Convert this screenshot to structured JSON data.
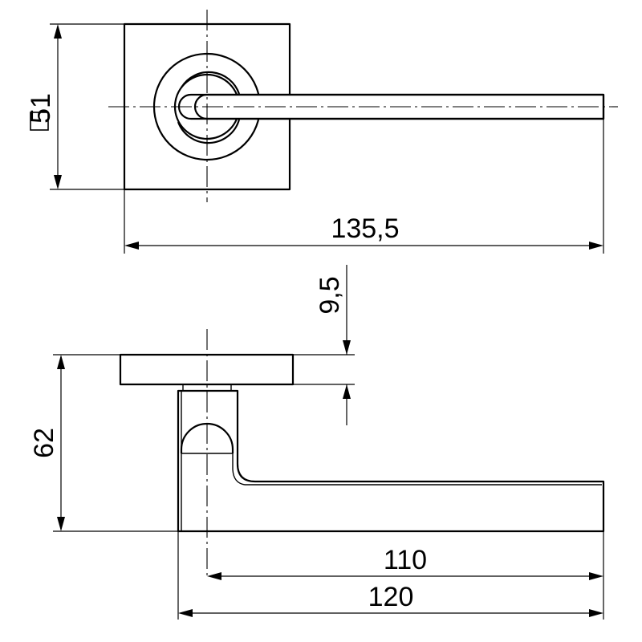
{
  "dimensions": {
    "rose_size": "51",
    "total_length_top": "135,5",
    "rose_thickness": "9,5",
    "height": "62",
    "lever_length": "110",
    "total_length_bottom": "120"
  },
  "icons": {
    "square_symbol": "square-symbol-icon"
  }
}
